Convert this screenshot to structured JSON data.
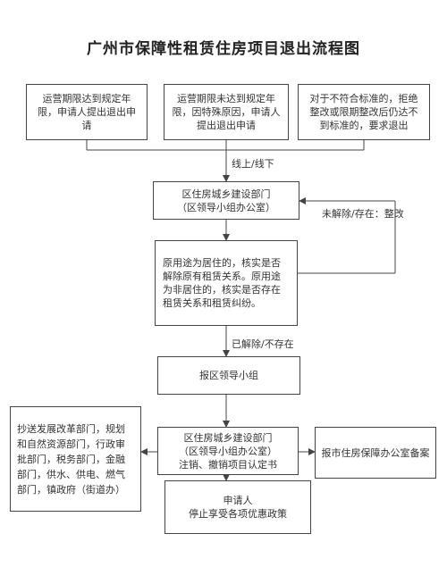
{
  "title": "广州市保障性租赁住房项目退出流程图",
  "boxes": {
    "cond1": "运营期限达到规定年限，申请人提出退出申请",
    "cond2": "运营期限未达到规定年限，因特殊原因，申请人提出退出申请",
    "cond3": "对于不符合标准的，拒绝整改或限期整改后仍达不到标准的，要求退出",
    "dept1_line1": "区住房城乡建设部门",
    "dept1_line2": "（区领导小组办公室）",
    "verify": "原用途为居住的，核实是否解除原有租赁关系。原用途为非居住的，核实是否存在租赁关系和租赁纠纷。",
    "report": "报区领导小组",
    "dept2_line1": "区住房城乡建设部门",
    "dept2_line2": "（区领导小组办公室）",
    "dept2_line3": "注销、撤销项目认定书",
    "cc": "抄送发展改革部门，规划和自然资源部门，行政审批部门，税务部门，金融部门，供水、供电、燃气部门，镇政府（街道办）",
    "city": "报市住房保障办公室备案",
    "final_line1": "申请人",
    "final_line2": "停止享受各项优惠政策"
  },
  "labels": {
    "online": "线上/线下",
    "not_removed": "未解除/存在：整改",
    "removed": "已解除/不存在"
  }
}
